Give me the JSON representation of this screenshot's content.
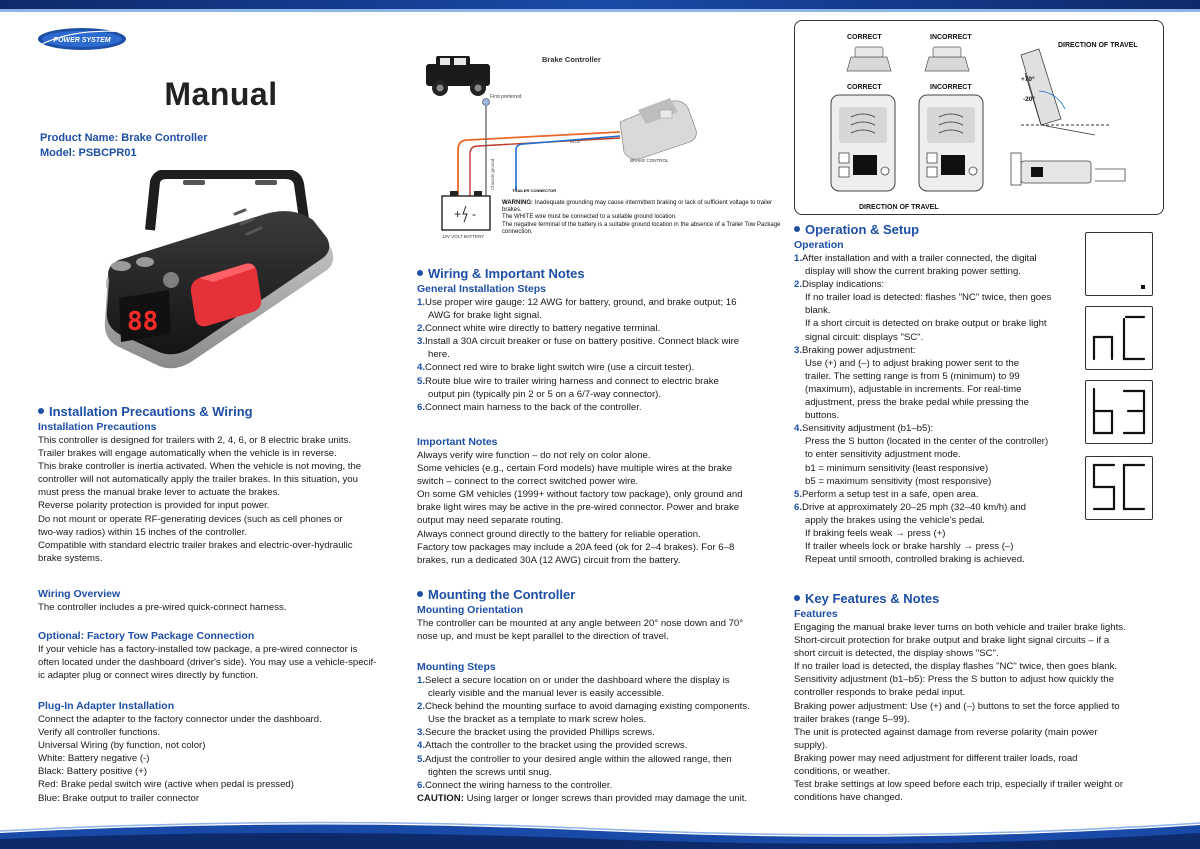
{
  "brand": {
    "logo_text": "POWER SYSTEM"
  },
  "doc": {
    "title": "Manual",
    "product_name": "Product Name: Brake Controller",
    "model": "Model: PSBCPR01"
  },
  "device_photo": {
    "display_value": "88"
  },
  "installation": {
    "heading": "Installation Precautions & Wiring",
    "sub": "Installation Precautions",
    "lines": [
      "This controller is designed for trailers with 2, 4, 6, or 8 electric brake units.",
      "Trailer brakes will engage automatically when the vehicle is in reverse.",
      "This brake controller is inertia activated. When the vehicle is not moving, the",
      "controller will not automatically apply the trailer brakes. In this situation, you",
      "must press the manual brake lever to actuate the brakes.",
      "Reverse polarity protection is provided for input power.",
      "Do not mount or operate RF-generating devices (such as cell phones or",
      "two-way radios) within 15 inches of the controller.",
      "Compatible with standard electric trailer brakes and electric-over-hydraulic",
      "brake systems."
    ]
  },
  "wiring_overview": {
    "sub": "Wiring Overview",
    "lines": [
      "The controller includes a pre-wired quick-connect harness."
    ]
  },
  "tow_package": {
    "sub": "Optional: Factory Tow Package Connection",
    "lines": [
      "If your vehicle has a factory-installed tow package, a pre-wired connector is",
      "often located under the dashboard (driver's side). You may use a vehicle-specif-",
      "ic adapter plug or connect wires directly by function."
    ]
  },
  "plugin_adapter": {
    "sub": "Plug-In Adapter Installation",
    "lines": [
      "Connect the adapter to the factory connector under the dashboard.",
      "Verify all controller functions.",
      "Universal Wiring (by function, not color)",
      "White: Battery negative (-)",
      "Black: Battery positive (+)",
      "Red: Brake pedal switch wire (active when pedal is pressed)",
      "Blue: Brake output to trailer connector"
    ]
  },
  "wiring_diagram": {
    "title": "Brake Controller",
    "first_preferred": "First preferred",
    "label_brake_control": "BRAKE CONTROL",
    "label_trailer_connector": "TRAILER CONNECTOR",
    "label_battery": "12V VOLT BATTERY",
    "label_chassis_ground": "Chassis ground",
    "label_blue": "BLUE",
    "warning_title": "WARNING:",
    "warning_lines": [
      "Inadequate grounding may cause intermittent braking or lack of sufficient voltage to trailer brakes.",
      "The WHITE wire must be connected to a suitable ground location.",
      "The negative terminal of the battery is a suitable ground location in the absence of a Trailer Tow Package connection."
    ]
  },
  "wiring_notes": {
    "heading": "Wiring & Important Notes",
    "sub": "General Installation Steps",
    "steps": [
      {
        "n": "1.",
        "lines": [
          "Use proper wire gauge: 12 AWG for battery, ground, and brake output; 16",
          "AWG for brake light signal."
        ]
      },
      {
        "n": "2.",
        "lines": [
          "Connect white wire directly to battery negative terminal."
        ]
      },
      {
        "n": "3.",
        "lines": [
          "Install a 30A circuit breaker or fuse on battery positive. Connect black wire",
          "here."
        ]
      },
      {
        "n": "4.",
        "lines": [
          "Connect red wire to brake light switch wire (use a circuit tester)."
        ]
      },
      {
        "n": "5.",
        "lines": [
          "Route blue wire to trailer wiring harness and connect to electric brake",
          "output pin (typically pin 2 or 5 on a 6/7-way connector)."
        ]
      },
      {
        "n": "6.",
        "lines": [
          "Connect main harness to the back of the controller."
        ]
      }
    ]
  },
  "important_notes": {
    "sub": "Important Notes",
    "lines": [
      "Always verify wire function – do not rely on color alone.",
      "Some vehicles (e.g., certain Ford models) have multiple wires at the brake",
      "switch – connect to the correct switched power wire.",
      "On some GM vehicles (1999+ without factory tow package), only ground and",
      "brake light wires may be active in the pre-wired connector. Power and brake",
      "output may need separate routing.",
      "Always connect ground directly to the battery for reliable operation.",
      "Factory tow packages may include a 20A feed (ok for 2–4 brakes). For 6–8",
      "brakes, run a dedicated 30A (12 AWG) circuit from the battery."
    ]
  },
  "mounting": {
    "heading": "Mounting the Controller",
    "sub": "Mounting Orientation",
    "lines": [
      "The controller can be mounted at any angle between 20° nose down and 70°",
      "nose up, and must be kept parallel to the direction of travel."
    ]
  },
  "mounting_steps": {
    "sub": "Mounting Steps",
    "steps": [
      {
        "n": "1.",
        "lines": [
          "Select a secure location on or under the dashboard where the display is",
          "clearly visible and the manual lever is easily accessible."
        ]
      },
      {
        "n": "2.",
        "lines": [
          "Check behind the mounting surface to avoid damaging existing components.",
          "Use the bracket as a template to mark screw holes."
        ]
      },
      {
        "n": "3.",
        "lines": [
          "Secure the bracket using the provided Phillips screws."
        ]
      },
      {
        "n": "4.",
        "lines": [
          "Attach the controller to the bracket using the provided screws."
        ]
      },
      {
        "n": "5.",
        "lines": [
          "Adjust the controller to your desired angle within the allowed range, then",
          "tighten the screws until snug."
        ]
      },
      {
        "n": "6.",
        "lines": [
          "Connect the wiring harness to the controller."
        ]
      }
    ],
    "caution_label": "CAUTION:",
    "caution_text": "Using larger or longer screws than provided may damage the unit."
  },
  "orientation_box": {
    "correct_1": "CORRECT",
    "incorrect_1": "INCORRECT",
    "correct_2": "CORRECT",
    "incorrect_2": "INCORRECT",
    "direction_of_travel_top": "DIRECTION OF TRAVEL",
    "angle_up": "+70°",
    "angle_down": "-20°",
    "direction_of_travel_bottom": "DIRECTION OF TRAVEL"
  },
  "operation": {
    "heading": "Operation & Setup",
    "sub": "Operation",
    "items": [
      {
        "n": "1.",
        "lines": [
          "After installation and with a trailer connected, the digital",
          "display will show the current braking power setting."
        ],
        "indent": []
      },
      {
        "n": "2.",
        "lines": [
          "Display indications:"
        ],
        "indent": [
          "If no trailer load is detected: flashes \"NC\" twice, then goes",
          "blank.",
          "If a short circuit is detected on brake output or brake light",
          "signal circuit: displays \"SC\"."
        ]
      },
      {
        "n": "3.",
        "lines": [
          "Braking power adjustment:"
        ],
        "indent": [
          "Use (+) and (–) to adjust braking power sent to the",
          "trailer. The setting range is from 5 (minimum) to 99",
          "(maximum), adjustable in increments. For real-time",
          "adjustment, press the brake pedal while pressing the",
          "buttons."
        ]
      },
      {
        "n": "4.",
        "lines": [
          "Sensitivity adjustment (b1–b5):"
        ],
        "indent": [
          "Press the S button (located in the center of the controller)",
          "to enter sensitivity adjustment mode.",
          "b1 = minimum sensitivity (least responsive)",
          "b5 = maximum sensitivity (most responsive)"
        ]
      },
      {
        "n": "5.",
        "lines": [
          "Perform a setup test in a safe, open area."
        ],
        "indent": []
      },
      {
        "n": "6.",
        "lines": [
          "Drive at approximately 20–25 mph (32–40 km/h) and"
        ],
        "indent": [
          "apply the brakes using the vehicle's pedal.",
          "If braking feels weak → press (+)",
          "If trailer wheels lock or brake harshly → press (–)",
          "Repeat until smooth, controlled braking is achieved."
        ]
      }
    ]
  },
  "display_examples": [
    {
      "code": ".",
      "label": "blank display"
    },
    {
      "code": "nC",
      "label": "NC display"
    },
    {
      "code": "b3",
      "label": "b3 display"
    },
    {
      "code": "SC",
      "label": "SC display"
    }
  ],
  "features": {
    "heading": "Key Features & Notes",
    "sub": "Features",
    "lines": [
      "Engaging the manual brake lever turns on both vehicle and trailer brake lights.",
      "Short-circuit protection for brake output and brake light signal circuits – if a",
      "short circuit is detected, the display shows \"SC\".",
      "If no trailer load is detected, the display flashes \"NC\" twice, then goes blank.",
      "Sensitivity adjustment (b1–b5): Press the S button to adjust how quickly the",
      "controller responds to brake pedal input.",
      "Braking power adjustment: Use (+) and (–) buttons to set the force applied to",
      "trailer brakes (range 5–99).",
      "The unit is protected against damage from reverse polarity (main power",
      "supply).",
      "Braking power may need adjustment for different trailer loads, road",
      "conditions, or weather.",
      "Test brake settings at low speed before each trip, especially if trailer weight or",
      "conditions have changed."
    ]
  }
}
